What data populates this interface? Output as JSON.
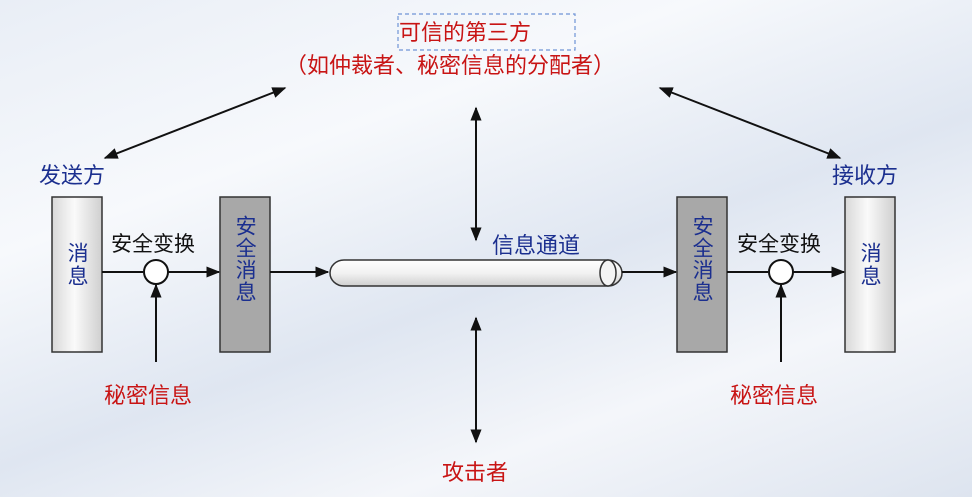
{
  "trusted_third_party": {
    "title": "可信的第三方",
    "subtitle": "（如仲裁者、秘密信息的分配者）"
  },
  "sender": {
    "label": "发送方",
    "message_box": "消息",
    "transform_label": "安全变换",
    "secure_message_box": "安全消息",
    "secret_info": "秘密信息"
  },
  "receiver": {
    "label": "接收方",
    "message_box": "消息",
    "transform_label": "安全变换",
    "secure_message_box": "安全消息",
    "secret_info": "秘密信息"
  },
  "channel": {
    "label": "信息通道"
  },
  "attacker": {
    "label": "攻击者"
  },
  "colors": {
    "blue_text": "#1b2f8f",
    "red_text": "#c81414",
    "dashed_border": "#6f94d6",
    "message_box_fill": "#f0f0f0",
    "secure_box_fill": "#a8a8a8"
  }
}
